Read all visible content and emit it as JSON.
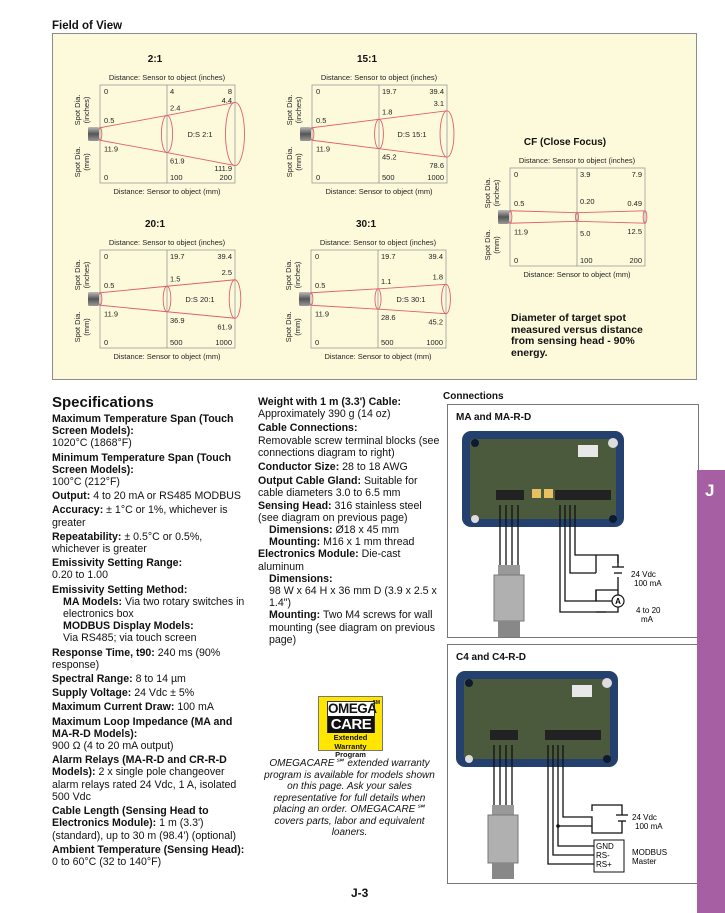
{
  "field_of_view": {
    "title": "Field of View",
    "axis_top": "Distance: Sensor to object (inches)",
    "axis_bottom": "Distance: Sensor to object (mm)",
    "spot_in_1": "Spot Dia.",
    "spot_in_2": "(inches)",
    "spot_mm_1": "Spot Dia.",
    "spot_mm_2": "(mm)",
    "note": "Diameter of target spot measured versus distance from sensing head - 90% energy.",
    "charts": [
      {
        "title": "2:1",
        "ds": "D:S 2:1",
        "inch_ticks": [
          "0",
          "4",
          "8"
        ],
        "mm_ticks": [
          "0",
          "100",
          "200"
        ],
        "spot_in": [
          "0.5",
          "2.4",
          "4.4"
        ],
        "spot_mm": [
          "11.9",
          "61.9",
          "111.9"
        ]
      },
      {
        "title": "15:1",
        "ds": "D:S 15:1",
        "inch_ticks": [
          "0",
          "19.7",
          "39.4"
        ],
        "mm_ticks": [
          "0",
          "500",
          "1000"
        ],
        "spot_in": [
          "0.5",
          "1.8",
          "3.1"
        ],
        "spot_mm": [
          "11.9",
          "45.2",
          "78.6"
        ]
      },
      {
        "title": "CF (Close Focus)",
        "ds": "",
        "inch_ticks": [
          "0",
          "3.9",
          "7.9"
        ],
        "mm_ticks": [
          "0",
          "100",
          "200"
        ],
        "spot_in": [
          "0.5",
          "0.20",
          "0.49"
        ],
        "spot_mm": [
          "11.9",
          "5.0",
          "12.5"
        ]
      },
      {
        "title": "20:1",
        "ds": "D:S 20:1",
        "inch_ticks": [
          "0",
          "19.7",
          "39.4"
        ],
        "mm_ticks": [
          "0",
          "500",
          "1000"
        ],
        "spot_in": [
          "0.5",
          "1.5",
          "2.5"
        ],
        "spot_mm": [
          "11.9",
          "36.9",
          "61.9"
        ]
      },
      {
        "title": "30:1",
        "ds": "D:S 30:1",
        "inch_ticks": [
          "0",
          "19.7",
          "39.4"
        ],
        "mm_ticks": [
          "0",
          "500",
          "1000"
        ],
        "spot_in": [
          "0.5",
          "1.1",
          "1.8"
        ],
        "spot_mm": [
          "11.9",
          "28.6",
          "45.2"
        ]
      }
    ]
  },
  "specs": {
    "heading": "Specifications",
    "max_span_l": "Maximum Temperature Span (Touch Screen Models):",
    "max_span_v": "1020°C (1868°F)",
    "min_span_l": "Minimum Temperature Span (Touch Screen Models):",
    "min_span_v": "100°C (212°F)",
    "output_l": "Output:",
    "output_v": " 4 to 20 mA or RS485 MODBUS",
    "accuracy_l": "Accuracy:",
    "accuracy_v": " ± 1°C or 1%, whichever is greater",
    "repeat_l": "Repeatability:",
    "repeat_v": " ± 0.5°C or 0.5%, whichever is greater",
    "emis_range_l": "Emissivity Setting Range:",
    "emis_range_v": "0.20 to 1.00",
    "emis_method_l": "Emissivity Setting Method:",
    "ma_models_l": "MA Models:",
    "ma_models_v": " Via two rotary switches in electronics box",
    "modbus_models_l": "MODBUS Display Models:",
    "modbus_models_v": "Via RS485; via touch screen",
    "response_l": "Response Time, t90:",
    "response_v": " 240 ms (90% response)",
    "spectral_l": "Spectral Range:",
    "spectral_v": " 8 to 14 µm",
    "supply_l": "Supply Voltage:",
    "supply_v": " 24 Vdc ± 5%",
    "current_l": "Maximum Current Draw:",
    "current_v": " 100 mA",
    "loop_l": "Maximum Loop Impedance (MA and MA-R-D Models):",
    "loop_v": "900 Ω (4 to 20 mA output)",
    "alarm_l": "Alarm Relays (MA-R-D and CR-R-D Models):",
    "alarm_v": " 2 x single pole changeover alarm relays rated 24 Vdc, 1 A, isolated 500 Vdc",
    "cable_len_l": "Cable Length (Sensing Head to Electronics Module):",
    "cable_len_v": " 1 m (3.3') (standard), up to 30 m (98.4') (optional)",
    "ambient_l": "Ambient Temperature (Sensing Head):",
    "ambient_v": " 0 to 60°C (32 to 140°F)",
    "weight_l": "Weight with 1 m (3.3') Cable:",
    "weight_v": "Approximately 390 g (14 oz)",
    "cable_conn_l": "Cable Connections:",
    "cable_conn_v": "Removable screw terminal blocks (see connections diagram to right)",
    "conductor_l": "Conductor Size:",
    "conductor_v": " 28 to 18 AWG",
    "gland_l": "Output Cable Gland:",
    "gland_v": " Suitable for cable diameters 3.0 to 6.5 mm",
    "head_l": "Sensing Head:",
    "head_v": " 316 stainless steel (see diagram on previous page)",
    "head_dim_l": "Dimensions:",
    "head_dim_v": " Ø18 x 45 mm",
    "head_mount_l": "Mounting:",
    "head_mount_v": " M16 x 1 mm thread",
    "elec_l": "Electronics Module:",
    "elec_v": " Die-cast aluminum",
    "elec_dim_l": "Dimensions:",
    "elec_dim_v": "98 W x 64 H x 36 mm D (3.9 x 2.5 x 1.4\")",
    "elec_mount_l": "Mounting:",
    "elec_mount_v": " Two M4 screws for wall mounting (see diagram on previous page)"
  },
  "omegacare": {
    "logo_line1": "OMEGA",
    "logo_line2": "CARE",
    "logo_line3": "Extended Warranty",
    "logo_line4": "Program",
    "logo_sm": "SM",
    "text": "OMEGACARE℠ extended warranty program is available for models shown on this page. Ask your sales representative for full details when placing an order. OMEGACARE℠ covers parts, labor and equivalent loaners."
  },
  "connections": {
    "title": "Connections",
    "ma": {
      "label": "MA and MA-R-D",
      "supply_1": "24 Vdc",
      "supply_2": "100 mA",
      "meter": "A",
      "loop_1": "4 to 20",
      "loop_2": "mA"
    },
    "c4": {
      "label": "C4 and C4-R-D",
      "supply_1": "24 Vdc",
      "supply_2": "100 mA",
      "gnd": "GND",
      "rsm": "RS-",
      "rsp": "RS+",
      "master_1": "MODBUS",
      "master_2": "Master"
    }
  },
  "side_tab": "J",
  "page_number": "J-3",
  "colors": {
    "panel": "#fdfadc",
    "cone": "#e0606a",
    "tab": "#a55fa2",
    "logo": "#ffe600"
  }
}
